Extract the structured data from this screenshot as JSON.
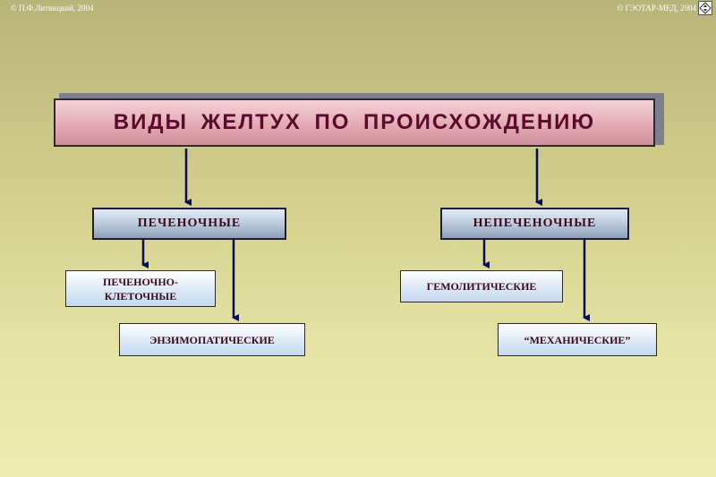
{
  "header": {
    "copyright_left": "© П.Ф.Литвицкий, 2004",
    "copyright_right": "© ГЭОТАР-МЕД, 2004"
  },
  "diagram": {
    "title": "ВИДЫ  ЖЕЛТУХ  ПО  ПРОИСХОЖДЕНИЮ",
    "categories": [
      {
        "label": "ПЕЧЕНОЧНЫЕ",
        "children": [
          "ПЕЧЕНОЧНО-КЛЕТОЧНЫЕ",
          "ЭНЗИМОПАТИЧЕСКИЕ"
        ]
      },
      {
        "label": "НЕПЕЧЕНОЧНЫЕ",
        "children": [
          "ГЕМОЛИТИЧЕСКИЕ",
          "“МЕХАНИЧЕСКИЕ”"
        ]
      }
    ]
  },
  "colors": {
    "arrow": "#0a0a5a",
    "title_text": "#5a0a2a"
  },
  "icons": {
    "navigation": "navigation-diamond-icon"
  }
}
